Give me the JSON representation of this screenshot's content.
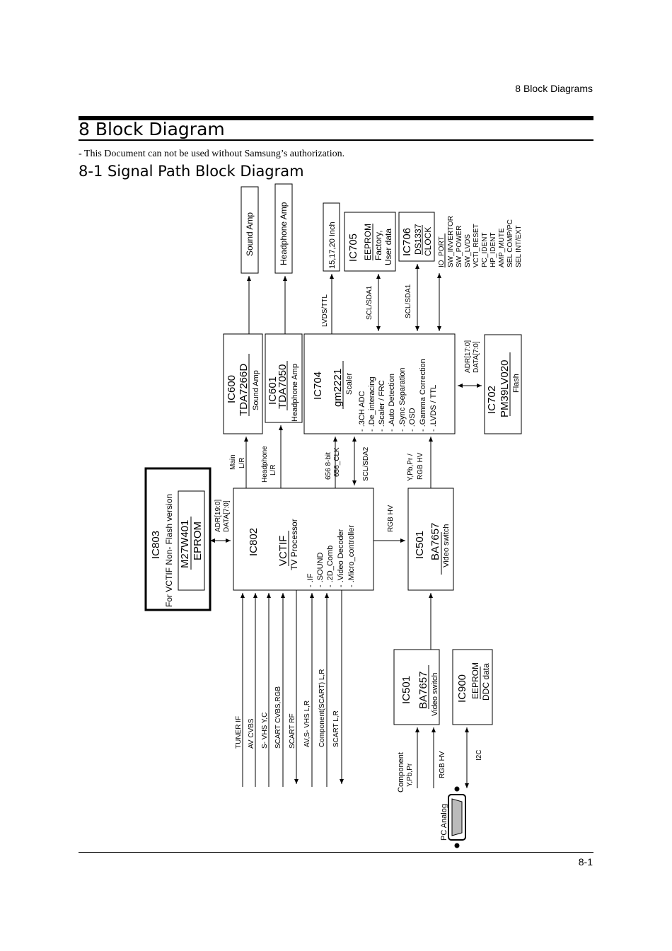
{
  "header": {
    "section": "8 Block Diagrams"
  },
  "title": "8 Block Diagram",
  "notice": "- This Document can not be used without Samsung’s authorization.",
  "subtitle": "8-1 Signal Path Block Diagram",
  "page_number": "8-1",
  "blocks": {
    "sound_amp": "Sound  Amp",
    "headphone_amp": "Headphone  Amp",
    "inch": "15,17,20  Inch",
    "ic705": {
      "id": "IC705",
      "part": "EEPROM",
      "desc1": "Factory,",
      "desc2": "User data"
    },
    "ic706": {
      "id": "IC706",
      "part": "DS1337",
      "desc": "CLOCK"
    },
    "io_port": {
      "title": "IO_PORT",
      "lines": [
        "SW_INVERTOR",
        "SW_POWER",
        "SW_LVDS",
        "VCTI_RESET",
        "PC_IDENT",
        "HP_IDENT",
        "AMP_MUTE",
        "SEL  COMP/PC",
        "SEL  INT/EXT"
      ]
    },
    "ic600": {
      "id": "IC600",
      "part": "TDA7266D",
      "desc": "Sound  Amp"
    },
    "ic601": {
      "id": "IC601",
      "part": "TDA7050",
      "desc": "Headphone  Amp"
    },
    "ic704": {
      "id": "IC704",
      "part": "gm2221",
      "desc": "Scaler",
      "features": [
        "- .3CH  ADC",
        "- .De_interacing",
        "- .Scaler  /  FRC",
        "- .Auto  Detection",
        "- .Sync  Separation",
        "- .OSD",
        "- .Gamma  Correction",
        "- .LVDS  /  TTL"
      ]
    },
    "ic702": {
      "id": "IC702",
      "part": "PM39LV020",
      "desc": "Flash"
    },
    "ic803": {
      "id": "IC803",
      "note": "For  VCTIF  Non- Flash  version",
      "part": "M27W401",
      "desc": "EPROM"
    },
    "ic802": {
      "id": "IC802",
      "part": "VCTIF",
      "desc": "TV Processor",
      "features": [
        "- .IF",
        "- .SOUND",
        "- .2D_Comb",
        "- .Video  Decoder",
        "- .Micro_controller"
      ]
    },
    "ic501a": {
      "id": "IC501",
      "part": "BA7657",
      "desc": "Video  switch"
    },
    "ic501b": {
      "id": "IC501",
      "part": "BA7657",
      "desc": "Video  switch"
    },
    "ic900": {
      "id": "IC900",
      "part": "EEPROM",
      "desc": "DDC  data"
    }
  },
  "signals": {
    "lvds_ttl": "LVDS/TTL",
    "scl_sda1_a": "SCL/SDA1",
    "scl_sda1_b": "SCL/SDA1",
    "adr17": "ADR[17:0]",
    "data7a": "DATA[7:0]",
    "adr19": "ADR[19:0]",
    "data7b": "DATA[7:0]",
    "main": "Main",
    "main_lr": "L/R",
    "headphone": "Headphone",
    "headphone_lr": "L/R",
    "b656a": "656  8-bit",
    "b656b": "656_CLK",
    "scl_sda2": "SCL/SDA2",
    "ypbpr": "Y,Pb,Pr /",
    "rgbhv_b": "RGB  HV",
    "rgbhv_a": "RGB  HV",
    "rgbhv_c": "RGB  HV",
    "component": "Component",
    "comp_ypbpr": "Y,Pb,Pr",
    "i2c": "I2C",
    "pc_analog": "PC  Analog"
  },
  "inputs": [
    "TUNER IF",
    "AV CVBS",
    "S- VHS  Y,C",
    "SCART  CVBS,RGB",
    "SCART  RF",
    "AV,S- VHS  L,R",
    "Component(SCART)  L,R",
    "SCART  L,R"
  ]
}
